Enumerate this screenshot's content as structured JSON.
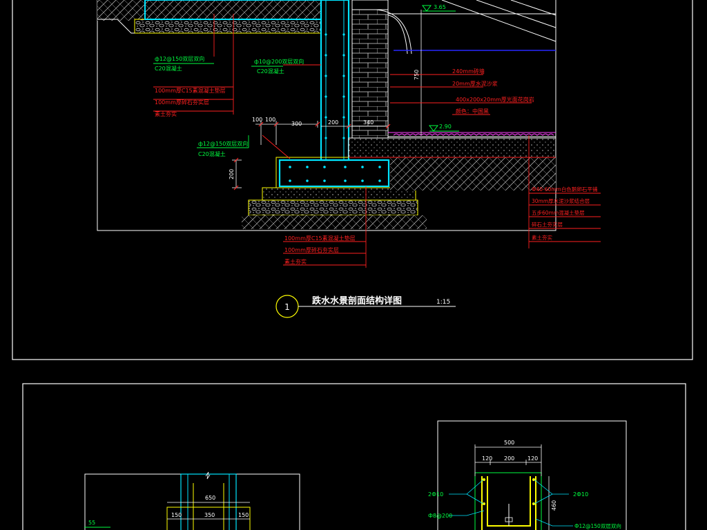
{
  "colors": {
    "background": "#000000",
    "frame": "#ffffff",
    "wall": "#00e5ff",
    "dim": "#ffffff",
    "annotation_red": "#ff2020",
    "annotation_green": "#00ff40",
    "rebar_yellow": "#ffff00",
    "water": "#2828ff",
    "gravel": "#cfcfcf"
  },
  "section_main": {
    "title": "跌水水景剖面结构详图",
    "scale": "1:15",
    "number": "1",
    "elev_top": "3.65",
    "elev_water": "2.90",
    "dims": {
      "d_100_a": "100",
      "d_100_b": "100",
      "d_300": "300",
      "d_200_wall": "200",
      "d_240": "340",
      "d_750": "750",
      "d_200_footing": "200"
    },
    "notes_green": [
      "ф12@150双层双向",
      "C20混凝土",
      "ф10@200双层双向",
      "C20混凝土",
      "ф12@150双层双向",
      "C20混凝土"
    ],
    "notes_red_left": [
      "100mm厚C15素混凝土垫层",
      "100mm厚碎石夯实层",
      "素土夯实"
    ],
    "notes_red_mid": [
      "240mm砖墙",
      "20mm厚水泥沙浆",
      "400x200x20mm厚光面花岗岩",
      "颜色：中国黑"
    ],
    "notes_red_bottom": [
      "100mm厚C15素混凝土垫层",
      "100mm厚碎石夯实层",
      "素土夯实"
    ],
    "notes_red_right": [
      "Ф40-60mm白色鹅卵石平铺",
      "30mm厚水泥沙浆结合层",
      "五步60mm混凝土垫层",
      "碎石土夯实层",
      "素土夯实"
    ]
  },
  "section_bottom_left": {
    "dims": {
      "d_650": "650",
      "d_150_a": "150",
      "d_350": "350",
      "d_150_b": "150"
    },
    "elev": "55"
  },
  "section_bottom_right": {
    "dims": {
      "d_500": "500",
      "d_120_a": "120",
      "d_200": "200",
      "d_120_b": "120",
      "d_460": "460"
    },
    "labels": [
      "2Ф10",
      "2Ф10",
      "Ф8@200",
      "Ф12@150双层双向"
    ]
  }
}
